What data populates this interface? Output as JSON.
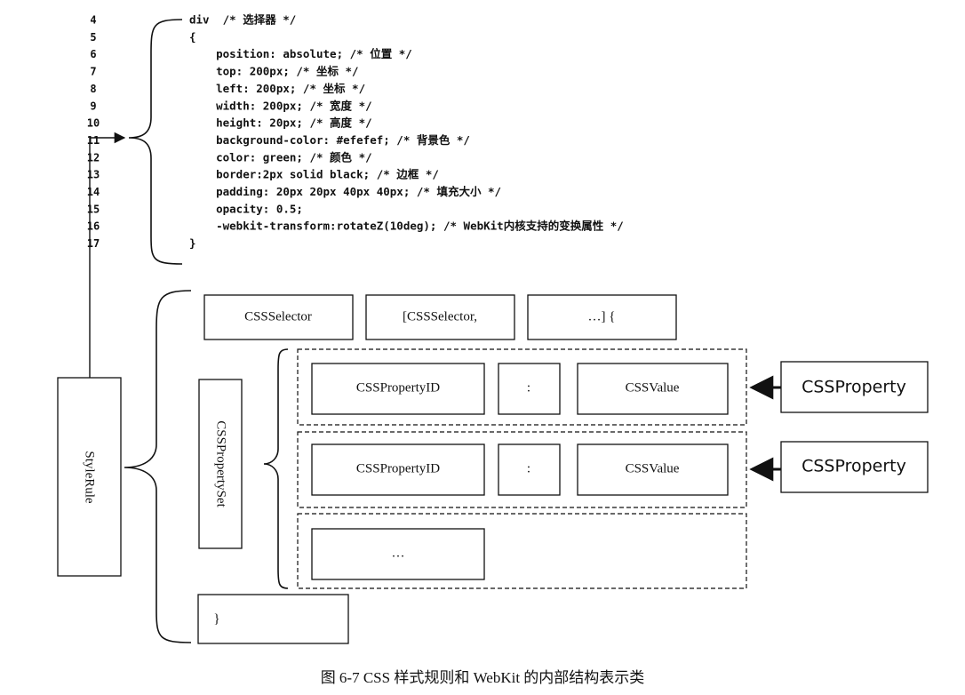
{
  "code": {
    "lines": [
      {
        "no": "4",
        "text": "div  /* 选择器 */"
      },
      {
        "no": "5",
        "text": "{"
      },
      {
        "no": "6",
        "text": "    position: absolute; /* 位置 */"
      },
      {
        "no": "7",
        "text": "    top: 200px; /* 坐标 */"
      },
      {
        "no": "8",
        "text": "    left: 200px; /* 坐标 */"
      },
      {
        "no": "9",
        "text": "    width: 200px; /* 宽度 */"
      },
      {
        "no": "10",
        "text": "    height: 20px; /* 高度 */"
      },
      {
        "no": "11",
        "text": "    background-color: #efefef; /* 背景色 */"
      },
      {
        "no": "12",
        "text": "    color: green; /* 颜色 */"
      },
      {
        "no": "13",
        "text": "    border:2px solid black; /* 边框 */"
      },
      {
        "no": "14",
        "text": "    padding: 20px 20px 40px 40px; /* 填充大小 */"
      },
      {
        "no": "15",
        "text": "    opacity: 0.5;"
      },
      {
        "no": "16",
        "text": "    -webkit-transform:rotateZ(10deg); /* WebKit内核支持的变换属性 */"
      },
      {
        "no": "17",
        "text": "}"
      }
    ]
  },
  "structure": {
    "style_rule": "StyleRule",
    "property_set": "CSSPropertySet",
    "selectors": [
      "CSSSelector",
      "[CSSSelector,",
      "…]  {"
    ],
    "property_id": "CSSPropertyID",
    "colon": ":",
    "value": "CSSValue",
    "ellipsis": "…",
    "close_brace": "}",
    "css_property": "CSSProperty"
  },
  "caption": "图 6-7   CSS 样式规则和 WebKit 的内部结构表示类"
}
